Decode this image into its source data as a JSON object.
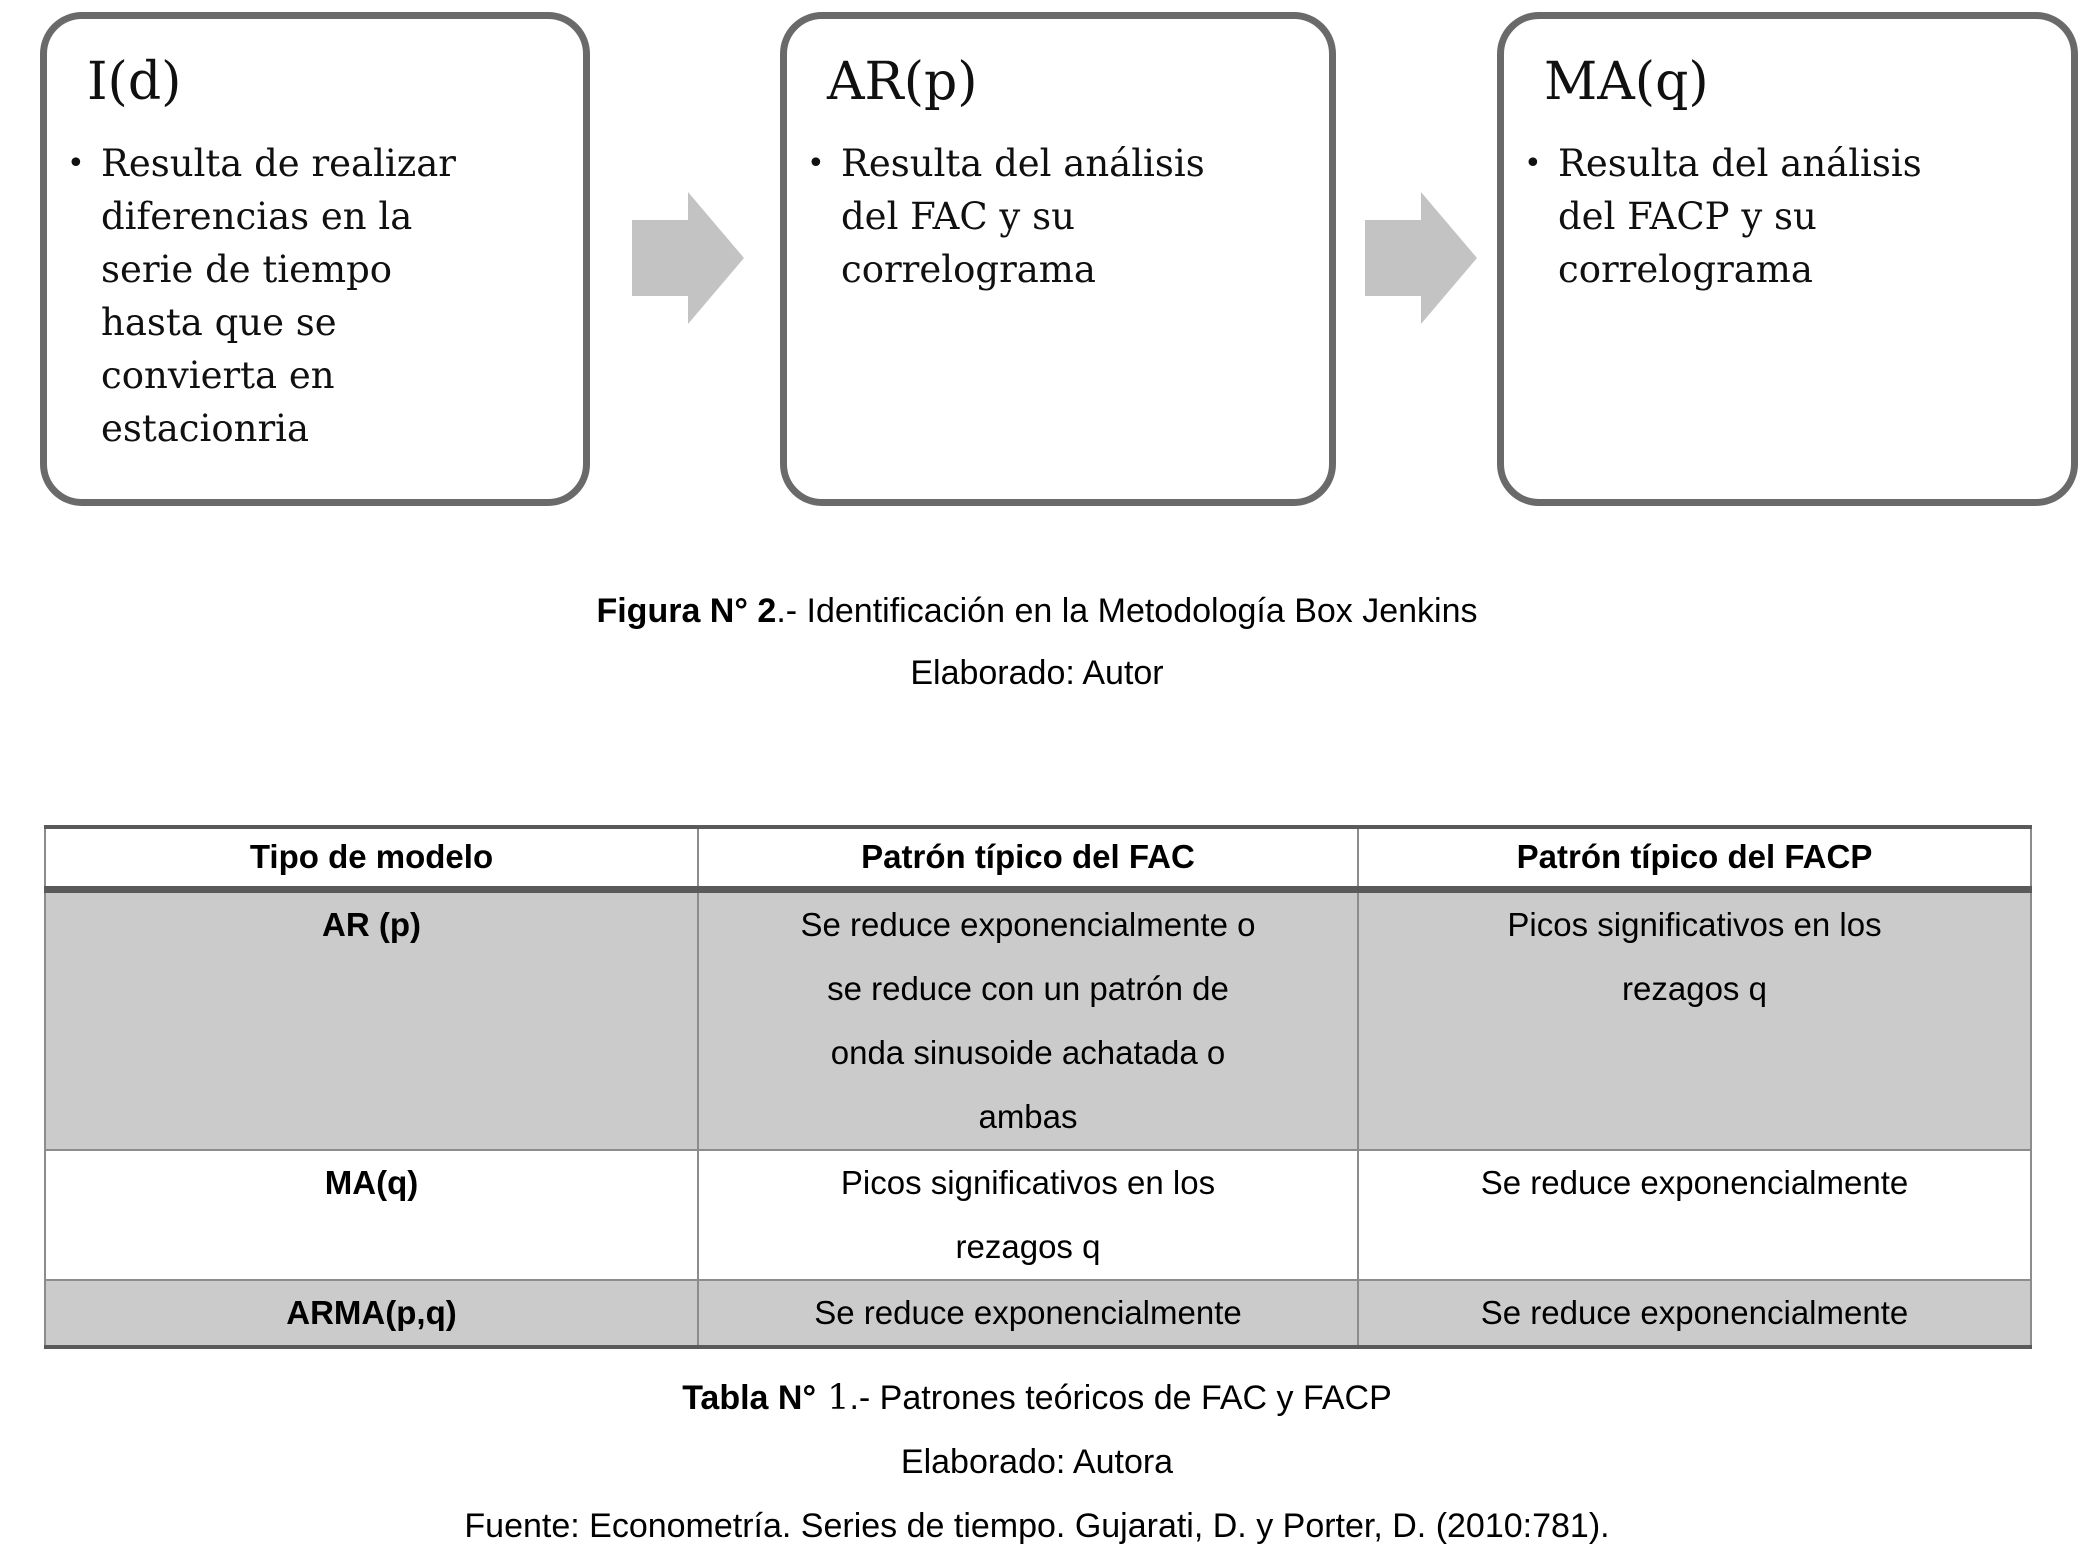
{
  "colors": {
    "box_border": "#6a6a6a",
    "arrow_fill": "#c3c3c3",
    "row_shade": "#cbcbcb",
    "table_line": "#8c8c8c",
    "table_rule": "#5a5a5a"
  },
  "diagram": {
    "bullet_glyph": "•",
    "boxes": [
      {
        "title": "I(d)",
        "text": "Resulta de realizar\ndiferencias en la\nserie de tiempo\nhasta que se\nconvierta en\nestacionria"
      },
      {
        "title": "AR(p)",
        "text": "Resulta del análisis\ndel FAC y su\ncorrelograma"
      },
      {
        "title": "MA(q)",
        "text": "Resulta del análisis\ndel FACP y su\ncorrelograma"
      }
    ]
  },
  "figure": {
    "label": "Figura N° 2",
    "title": ".- Identificación en la Metodología Box Jenkins",
    "credit": "Elaborado: Autor"
  },
  "table": {
    "headers": [
      "Tipo de modelo",
      "Patrón típico del FAC",
      "Patrón típico del FACP"
    ],
    "rows": [
      {
        "model": "AR (p)",
        "fac": "Se reduce exponencialmente o\nse reduce con un patrón de\nonda sinusoide achatada o\nambas",
        "facp": "Picos significativos en los\nrezagos q"
      },
      {
        "model": "MA(q)",
        "fac": "Picos significativos en los\nrezagos q",
        "facp": "Se reduce exponencialmente"
      },
      {
        "model": "ARMA(p,q)",
        "fac": "Se reduce exponencialmente",
        "facp": "Se reduce exponencialmente"
      }
    ]
  },
  "table_caption": {
    "label": "Tabla N°",
    "number": " 1",
    "title": ".- Patrones teóricos de FAC y FACP",
    "credit": "Elaborado: Autora",
    "source": "Fuente: Econometría. Series de tiempo. Gujarati, D. y Porter, D. (2010:781)."
  }
}
